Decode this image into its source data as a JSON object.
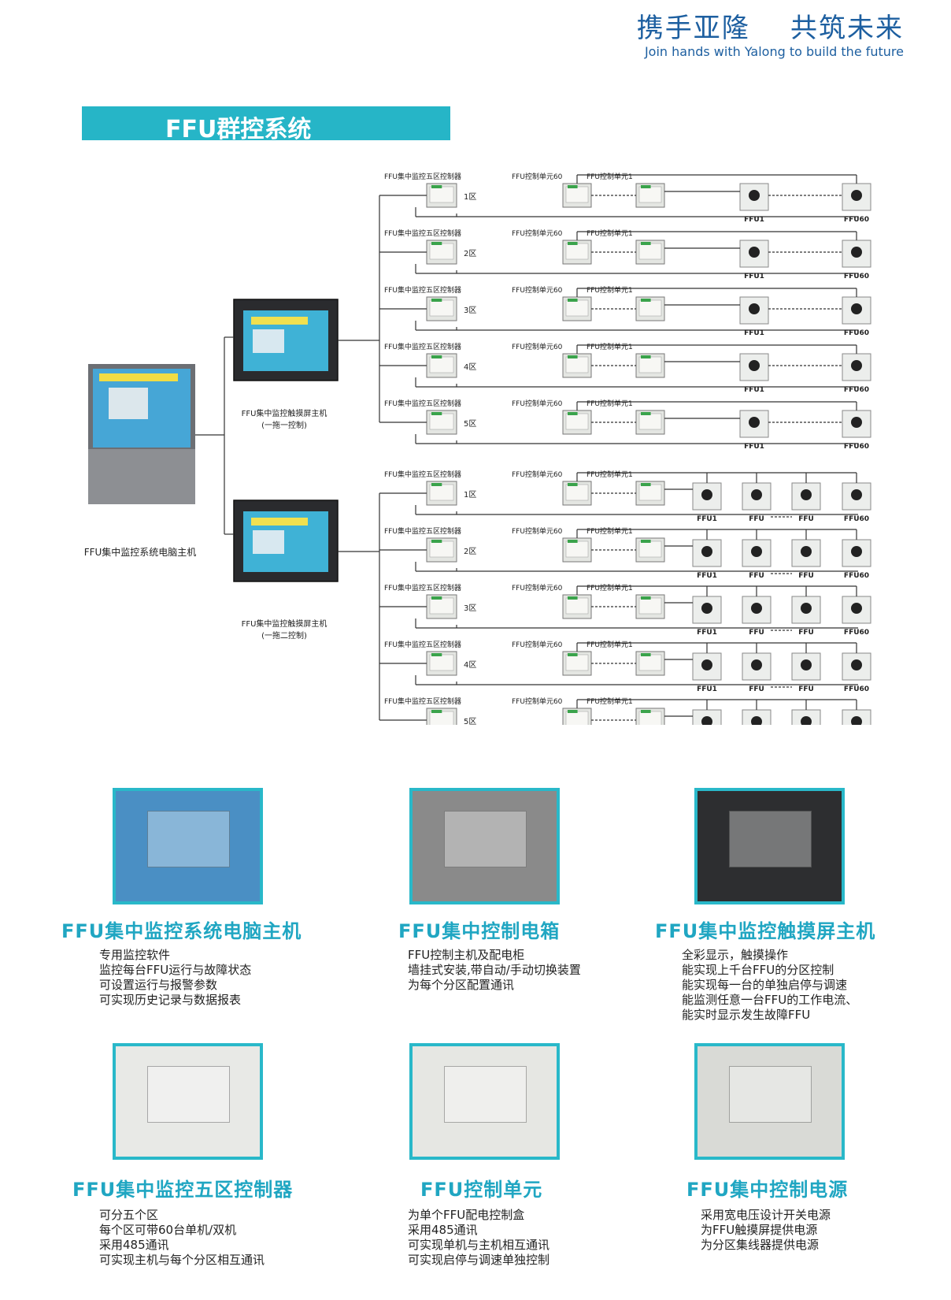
{
  "header": {
    "slogan_cn": "携手亚隆    共筑未来",
    "slogan_en": "Join hands with Yalong to build the future",
    "section_title": "FFU群控系统"
  },
  "diagram": {
    "pc_label": "FFU集中监控系统电脑主机",
    "touch1_label": [
      "FFU集中监控触摸屏主机",
      "(一拖一控制)"
    ],
    "touch2_label": [
      "FFU集中监控触摸屏主机",
      "(一拖二控制)"
    ],
    "controller_label": "FFU集中监控五区控制器",
    "unit60_label": "FFU控制单元60",
    "unit1_label": "FFU控制单元1",
    "zones": [
      "1区",
      "2区",
      "3区",
      "4区",
      "5区"
    ],
    "ffu_first": "FFU1",
    "ffu_last": "FFU60",
    "ffu_mid_a": "FFU",
    "ffu_mid_b": "FFU"
  },
  "products": [
    {
      "title": "FFU集中监控系统电脑主机",
      "lines": [
        "专用监控软件",
        "监控每台FFU运行与故障状态",
        "可设置运行与报警参数",
        "可实现历史记录与数据报表"
      ]
    },
    {
      "title": "FFU集中控制电箱",
      "lines": [
        "FFU控制主机及配电柜",
        "墙挂式安装,带自动/手动切换装置",
        "为每个分区配置通讯"
      ]
    },
    {
      "title": "FFU集中监控触摸屏主机",
      "lines": [
        "全彩显示，触摸操作",
        "能实现上千台FFU的分区控制",
        "能实现每一台的单独启停与调速",
        "能监测任意一台FFU的工作电流、",
        "能实时显示发生故障FFU"
      ]
    },
    {
      "title": "FFU集中监控五区控制器",
      "lines": [
        "可分五个区",
        "每个区可带60台单机/双机",
        "采用485通讯",
        "可实现主机与每个分区相互通讯"
      ]
    },
    {
      "title": "FFU控制单元",
      "lines": [
        "为单个FFU配电控制盒",
        "采用485通讯",
        "可实现单机与主机相互通讯",
        "可实现启停与调速单独控制"
      ]
    },
    {
      "title": "FFU集中控制电源",
      "lines": [
        "采用宽电压设计开关电源",
        "为FFU触摸屏提供电源",
        "为分区集线器提供电源"
      ]
    }
  ],
  "colors": {
    "accent": "#26b5c7",
    "brand_blue": "#1d5fa0",
    "title_cyan": "#20a6c2"
  }
}
